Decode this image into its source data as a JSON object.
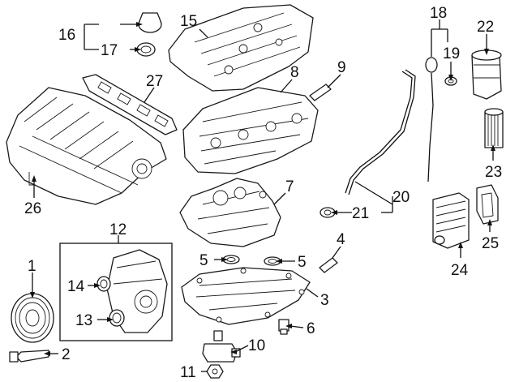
{
  "callouts": {
    "c1": "1",
    "c2": "2",
    "c3": "3",
    "c4": "4",
    "c5a": "5",
    "c5b": "5",
    "c6": "6",
    "c7": "7",
    "c8": "8",
    "c9": "9",
    "c10": "10",
    "c11": "11",
    "c12": "12",
    "c13": "13",
    "c14": "14",
    "c15": "15",
    "c16": "16",
    "c17": "17",
    "c18": "18",
    "c19": "19",
    "c20": "20",
    "c21": "21",
    "c22": "22",
    "c23": "23",
    "c24": "24",
    "c25": "25",
    "c26": "26",
    "c27": "27"
  }
}
